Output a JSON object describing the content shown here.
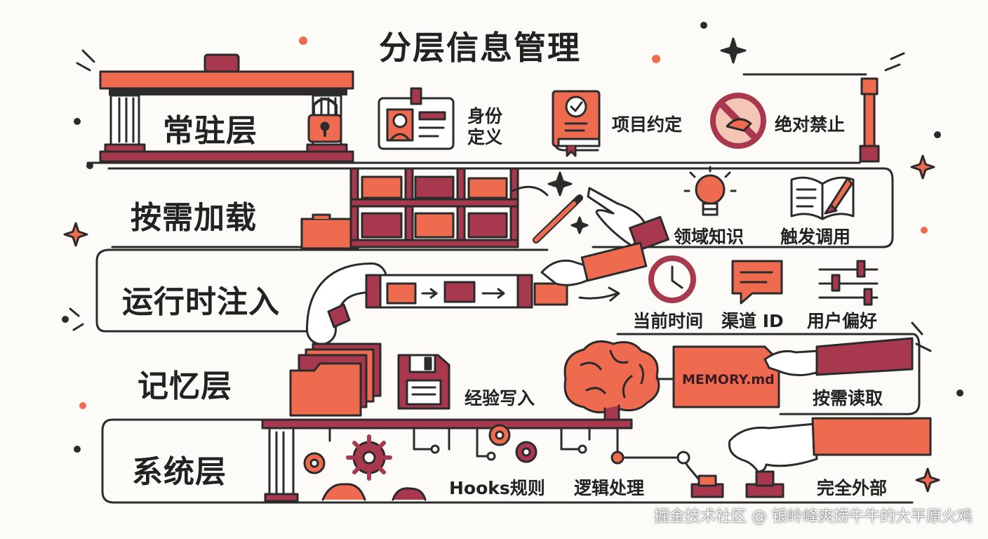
{
  "title": "分层信息管理",
  "colors": {
    "accent": "#ef6b4f",
    "dark": "#a8384d",
    "ink": "#2b2b2b",
    "background": "#fdfbf8"
  },
  "layers": [
    {
      "name": "常驻层",
      "items": [
        {
          "label_line1": "身份",
          "label_line2": "定义",
          "icon": "id-card-icon"
        },
        {
          "label": "项目约定",
          "icon": "rulebook-icon"
        },
        {
          "label": "绝对禁止",
          "icon": "prohibited-icon"
        }
      ]
    },
    {
      "name": "按需加载",
      "items": [
        {
          "label": "领域知识",
          "icon": "lightbulb-icon"
        },
        {
          "label": "触发调用",
          "icon": "open-book-rocket-icon"
        }
      ]
    },
    {
      "name": "运行时注入",
      "items": [
        {
          "label": "当前时间",
          "icon": "clock-icon"
        },
        {
          "label": "渠道 ID",
          "icon": "chat-bubble-icon"
        },
        {
          "label": "用户偏好",
          "icon": "sliders-icon"
        }
      ]
    },
    {
      "name": "记忆层",
      "items": [
        {
          "label": "经验写入",
          "icon": "floppy-disk-icon"
        },
        {
          "label": "MEMORY.md",
          "icon": "memory-file-icon"
        },
        {
          "label": "按需读取",
          "icon": "hand-icon"
        }
      ]
    },
    {
      "name": "系统层",
      "items": [
        {
          "label": "Hooks规则",
          "icon": "gears-icon"
        },
        {
          "label": "逻辑处理",
          "icon": "circuit-icon"
        },
        {
          "label": "完全外部",
          "icon": "button-press-hand-icon"
        }
      ]
    }
  ],
  "watermark": "掘金技术社区 @ 银岭峰爽捞牛牛的大平原火鸡"
}
